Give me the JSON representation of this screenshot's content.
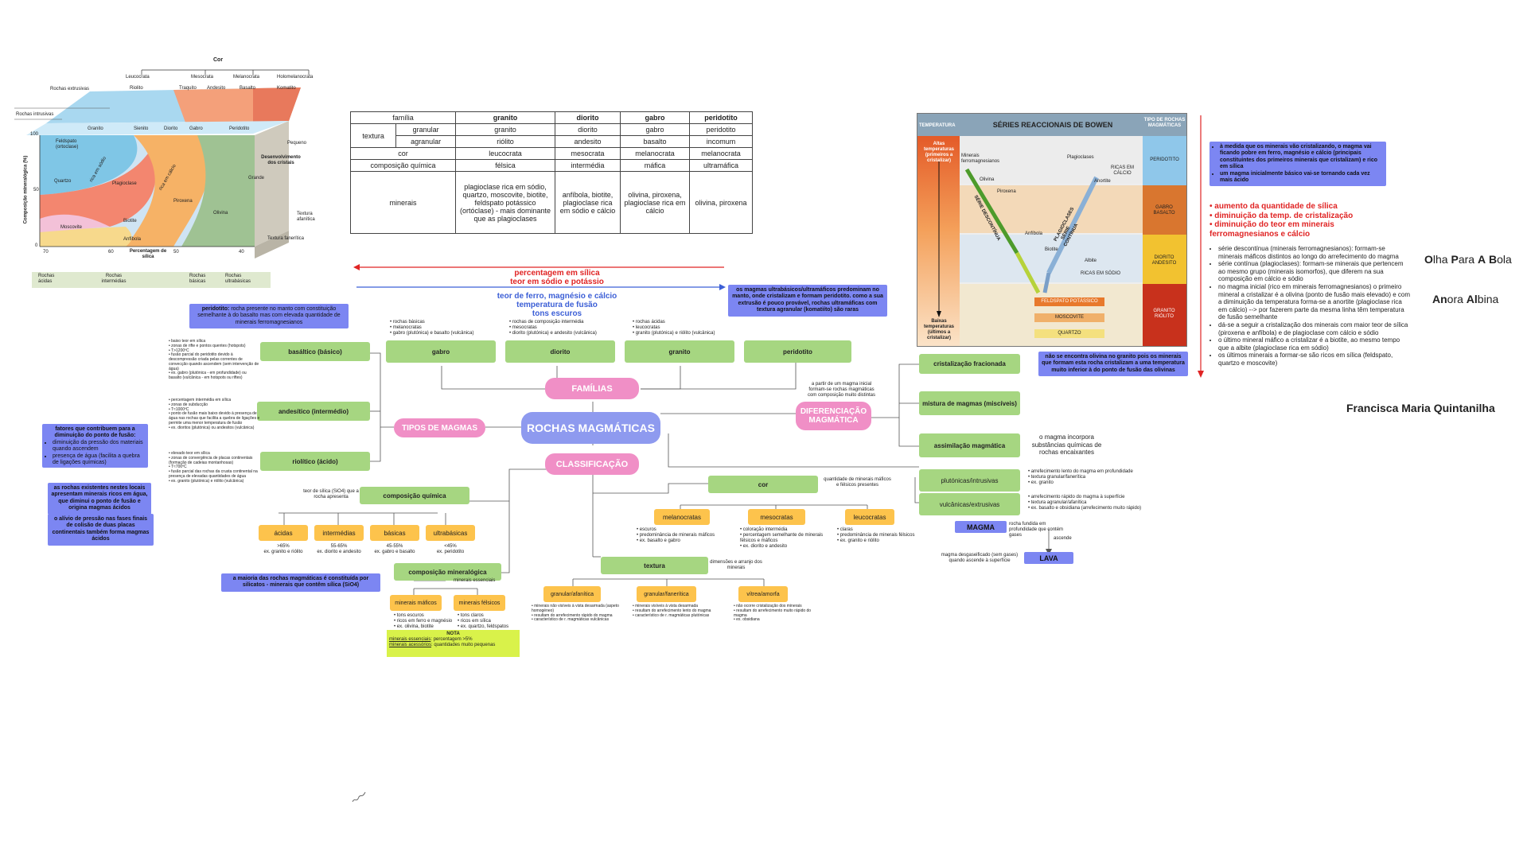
{
  "chart1": {
    "top_label": "Cor",
    "colors": [
      "Leucocrata",
      "Mesocrata",
      "Melanocrata",
      "Holomelanocrata"
    ],
    "extrusive_label": "Rochas extrusivas",
    "intrusive_label": "Rochas intrusivas",
    "extrusive_rocks": [
      "Riolito",
      "Traquito",
      "Andesito",
      "Basalto",
      "Komatito"
    ],
    "intrusive_rocks": [
      "Granito",
      "Sienito",
      "Diorito",
      "Gabro",
      "Peridotito"
    ],
    "yaxis_label": "Composição mineralógica (%)",
    "xaxis_label": "Percentagem de sílica",
    "y_ticks": [
      "100",
      "50",
      "0"
    ],
    "x_ticks": [
      "70",
      "60",
      "50",
      "40"
    ],
    "minerals": [
      "Feldspato (ortoclase)",
      "rica em sódio",
      "Quartzo",
      "Plagioclase",
      "rica em cálcio",
      "Piroxena",
      "Biotite",
      "Moscovite",
      "Anfíbola",
      "Olivina"
    ],
    "side_labels": [
      "Pequeno",
      "Desenvolvimento dos cristais",
      "Grande",
      "Textura afanítica",
      "Textura fanerítica"
    ],
    "bottom_groups": [
      "Rochas ácidas",
      "Rochas intermédias",
      "Rochas básicas",
      "Rochas ultrabásicas"
    ]
  },
  "table": {
    "headers": [
      "família",
      "granito",
      "diorito",
      "gabro",
      "peridotito"
    ],
    "textura_label": "textura",
    "rows": [
      {
        "label": "granular",
        "values": [
          "granito",
          "diorito",
          "gabro",
          "peridotito"
        ]
      },
      {
        "label": "agranular",
        "values": [
          "riólito",
          "andesito",
          "basalto",
          "incomum"
        ]
      }
    ],
    "cor": {
      "label": "cor",
      "values": [
        "leucocrata",
        "mesocrata",
        "melanocrata",
        "melanocrata"
      ]
    },
    "comp": {
      "label": "composição química",
      "values": [
        "félsica",
        "intermédia",
        "máfica",
        "ultramáfica"
      ]
    },
    "minerais": {
      "label": "minerais",
      "values": [
        "plagioclase rica em sódio, quartzo, moscovite, biotite, feldspato potássico (ortóclase) - mais dominante que as plagioclases",
        "anfíbola, biotite, plagioclase rica em sódio e cálcio",
        "olivina, piroxena, plagioclase rica em cálcio",
        "olivina, piroxena"
      ]
    }
  },
  "arrows_text": {
    "red1": "percentagem em sílica",
    "red2": "teor em sódio e potássio",
    "blue1": "teor de ferro, magnésio e cálcio",
    "blue2": "temperatura de fusão",
    "blue3": "tons escuros"
  },
  "mindmap": {
    "center": "ROCHAS MAGMÁTICAS",
    "familias": "FAMÍLIAS",
    "classificacao": "CLASSIFICAÇÃO",
    "tipos": "TIPOS DE MAGMAS",
    "diferenciacao": "DIFERENCIAÇÃO MAGMÁTICA",
    "fam_nodes": [
      "gabro",
      "diorito",
      "granito",
      "peridotito"
    ],
    "fam_notes": [
      "• rochas básicas\n• melanocratas\n• gabro (plutónica) e basalto (vulcânica)",
      "• rochas de composição intermédia\n• mesocratas\n• diorito (plutónica) e andesito (vulcânica)",
      "• rochas ácidas\n• leucocratas\n• granito (plutónica) e riólito (vulcânica)"
    ],
    "ultra_note": "os magmas ultrabásicos/ultramáficos predominam no manto, onde cristalizam e formam peridotito. como a sua extrusão é pouco provável, rochas ultramáficas com textura agranular (komatiíto) são raras",
    "peridotito_note_b": "peridotito:",
    "peridotito_note": " rocha presente no manto com constituição semelhante à do basalto mas com elevada quantidade de minerais ferromagnesianos",
    "magma_nodes": [
      "basáltico (básico)",
      "andesítico (intermédio)",
      "riolítico (ácido)"
    ],
    "basaltico_notes": "• baixo teor em sílica\n• zonas de rifte e pontos quentes (hotspots)\n• T>1200ºC\n• fusão parcial do peridotito devido à descompressão criada pelas correntes de convecção quando ascendem (sem intervenção de água)\n• ex. gabro (plutónica - em profundidade) ou basalto (vulcânica - em hotspots ou riftes)",
    "andesitico_notes": "• percentagem intermédia em sílica\n• zonas de subducção\n• T≈1000ºC\n• ponto de fusão mais baixo devido à presença de água nas rochas que facilita a quebra de ligações e permite uma menor temperatura de fusão\n• ex. dioritos (plutónica) ou andesitos (vulcânica)",
    "riolitico_notes": "• elevado teor em sílica\n• zonas de convergência de placas continentais (formação de cadeias montanhosas)\n• T≈700ºC\n• fusão parcial das rochas da crusta continental na presença de elevadas quantidades de água\n• ex. granito (plutónica) e riólito (vulcânica)",
    "fatores_title": "fatores que contribuem para a diminuição do ponto de fusão:",
    "fatores_items": [
      "diminuição da pressão dos materiais quando ascendem",
      "presença de água (facilita a quebra de ligações químicas)"
    ],
    "blue_acidas": "as rochas existentes nestes locais apresentam minerais ricos em água, que diminui o ponto de fusão e origina magmas ácidos",
    "blue_alivio": "o alívio de pressão nas fases finais de colisão de duas placas continentais também forma magmas ácidos",
    "comp_quimica": "composição química",
    "comp_quimica_note": "teor de sílica (SiO4) que a rocha apresenta",
    "quimica_nodes": [
      "ácidas",
      "intermédias",
      "básicas",
      "ultrabásicas"
    ],
    "quimica_notes": [
      ">65%\nex. granito e riólito",
      "55-65%\nex. diorito e andesito",
      "45-55%\nex. gabro e basalto",
      "<45%\nex. peridotito"
    ],
    "silicatos_note": "a maioria das rochas magmáticas é constituída por silicatos - minerais que contêm sílica (SiO4)",
    "comp_mineral": "composição mineralógica",
    "essenciais": "minerais essenciais",
    "maficos": "minerais máficos",
    "felsicos": "minerais félsicos",
    "maficos_notes": "• tons escuros\n• ricos em ferro e magnésio\n• ex. olivina, biotite",
    "felsicos_notes": "• tons claros\n• ricos em sílica\n• ex. quartzo, feldspatos",
    "nota_title": "NOTA",
    "nota_l1a": "minerais essenciais",
    "nota_l1b": ": percentagem >5%",
    "nota_l2a": "minerais acessórios",
    "nota_l2b": ": quantidades muito pequenas",
    "cor": "cor",
    "cor_note": "quantidade de minerais máficos e félsicos presentes",
    "cor_nodes": [
      "melanocratas",
      "mesocratas",
      "leucocratas"
    ],
    "cor_notes": [
      "• escuros\n• predominância de minerais máficos\n• ex. basalto e gabro",
      "• coloração intermédia\n• percentagem semelhante de minerais félsicos e máficos\n• ex. diorito e andesito",
      "• claras\n• predominância de minerais félsicos\n• ex. granito e riólito"
    ],
    "textura": "textura",
    "textura_note": "dimensões e arranjo dos minerais",
    "textura_nodes": [
      "granular/afanítica",
      "granular/fanerítica",
      "vítrea/amorfa"
    ],
    "textura_notes": [
      "• minerais não visíveis à vista desarmada (aspeto homogéneo)\n• resultam do arrefecimento rápido do magma\n• característico de r. magmáticas vulcânicas",
      "• minerais visíveis à vista desarmada\n• resultam do arrefecimento lento do magma\n• característico de r. magmáticas plutónicas",
      "• não ocorre cristalização dos minerais\n• resultam do arrefecimento muito rápido do magma\n• ex. obsidiana"
    ],
    "dif_note": "a partir de um magma inicial formam-se rochas magmáticas com composição muito distintas",
    "dif_nodes": [
      "cristalização fracionada",
      "mistura de magmas (miscíveis)",
      "assimilação magmática"
    ],
    "assimilacao_note": "o magma incorpora substâncias químicas de rochas encaixantes",
    "plutonicas": "plutónicas/intrusivas",
    "vulcanicas": "vulcânicas/extrusivas",
    "plutonicas_notes": "• arrefecimento lento do magma em profundidade\n• textura granular/fanerítica\n• ex. granito",
    "vulcanicas_notes": "• arrefecimento rápido do magma à superfície\n• textura agranular/afanítica\n• ex. basalto e obsidiana (arrefecimento muito rápido)",
    "magma": "MAGMA",
    "magma_note": "rocha fundida em profundidade que contém gases",
    "ascende": "ascende",
    "lava": "LAVA",
    "lava_note": "magma desgaseificado (sem gases) quando ascende à superfície",
    "olivina_note": "não se encontra olivina no granito pois os minerais que formam esta rocha cristalizam a uma temperatura muito inferior à do ponto de fusão das olivinas"
  },
  "bowen": {
    "col1": "TEMPERATURA",
    "title": "SÉRIES REACCIONAIS DE BOWEN",
    "col3": "TIPO DE ROCHAS MAGMÁTICAS",
    "alta": "Altas temperaturas (primeiros a cristalizar)",
    "baixa": "Baixas temperaturas (últimos a cristalizar)",
    "minerais_ferro": "Minerais ferromagnesianos",
    "plagioclases": "Plagioclases",
    "ricas_calcio": "RICAS EM CÁLCIO",
    "ricas_sodio": "RICAS EM SÓDIO",
    "serie_desc": "SÉRIE DESCONTÍNUA",
    "serie_cont": "PLAGIOCLASES SÉRIE CONTÍNUA",
    "minerals": [
      "Olivina",
      "Piroxena",
      "Anfíbola",
      "Biotite",
      "Anortite",
      "Albite"
    ],
    "final": [
      "FELDSPATO POTÁSSICO",
      "MOSCOVITE",
      "QUARTZO"
    ],
    "rocks": [
      "PERIDOTITO",
      "GABRO BASALTO",
      "DIORITO ANDESITO",
      "GRANITO RIÓLITO"
    ]
  },
  "right_notes": {
    "blue_items": [
      "à medida que os minerais vão cristalizando, o magma vai ficando pobre em ferro, magnésio e cálcio (principais constituintes dos primeiros minerais que cristalizam) e rico em sílica",
      "um magma inicialmente básico vai-se tornando cada vez mais ácido"
    ],
    "red_items": [
      "aumento da quantidade de sílica",
      "diminuição da temp. de cristalização",
      "diminuição do teor em minerais ferromagnesianos e cálcio"
    ],
    "list_items": [
      "série descontínua (minerais ferromagnesianos): formam-se minerais máficos distintos ao longo do arrefecimento do magma",
      "série contínua (plagioclases): formam-se minerais que pertencem ao mesmo grupo (minerais isomorfos), que diferem na sua composição em cálcio e sódio",
      "no magma inicial (rico em minerais ferromagnesianos) o primeiro mineral a cristalizar é a olivina (ponto de fusão mais elevado) e com a diminuição da temperatura forma-se a anortite (plagioclase rica em cálcio) --> por fazerem parte da mesma linha têm temperatura de fusão semelhante",
      "dá-se a seguir a cristalização dos minerais com maior teor de sílica (piroxena e anfíbola) e de plagioclase com cálcio e sódio",
      "o último mineral máfico a cristalizar é a biotite, ao mesmo tempo que a albite (plagioclase rica em sódio)",
      "os últimos minerais a formar-se são ricos em sílica (feldspato, quartzo e moscovite)"
    ],
    "olha_parts": [
      "O",
      "lha ",
      "P",
      "ara ",
      "A",
      " ",
      "B",
      "ola"
    ],
    "anora_parts": [
      "An",
      "ora ",
      "Al",
      "bina"
    ],
    "author": "Francisca Maria Quintanilha"
  },
  "colors": {
    "pink": "#f08fc6",
    "green": "#a6d681",
    "orange": "#fdc34c",
    "blue": "#7c86f2",
    "red": "#e02424",
    "blue_text": "#3c5fd6"
  }
}
